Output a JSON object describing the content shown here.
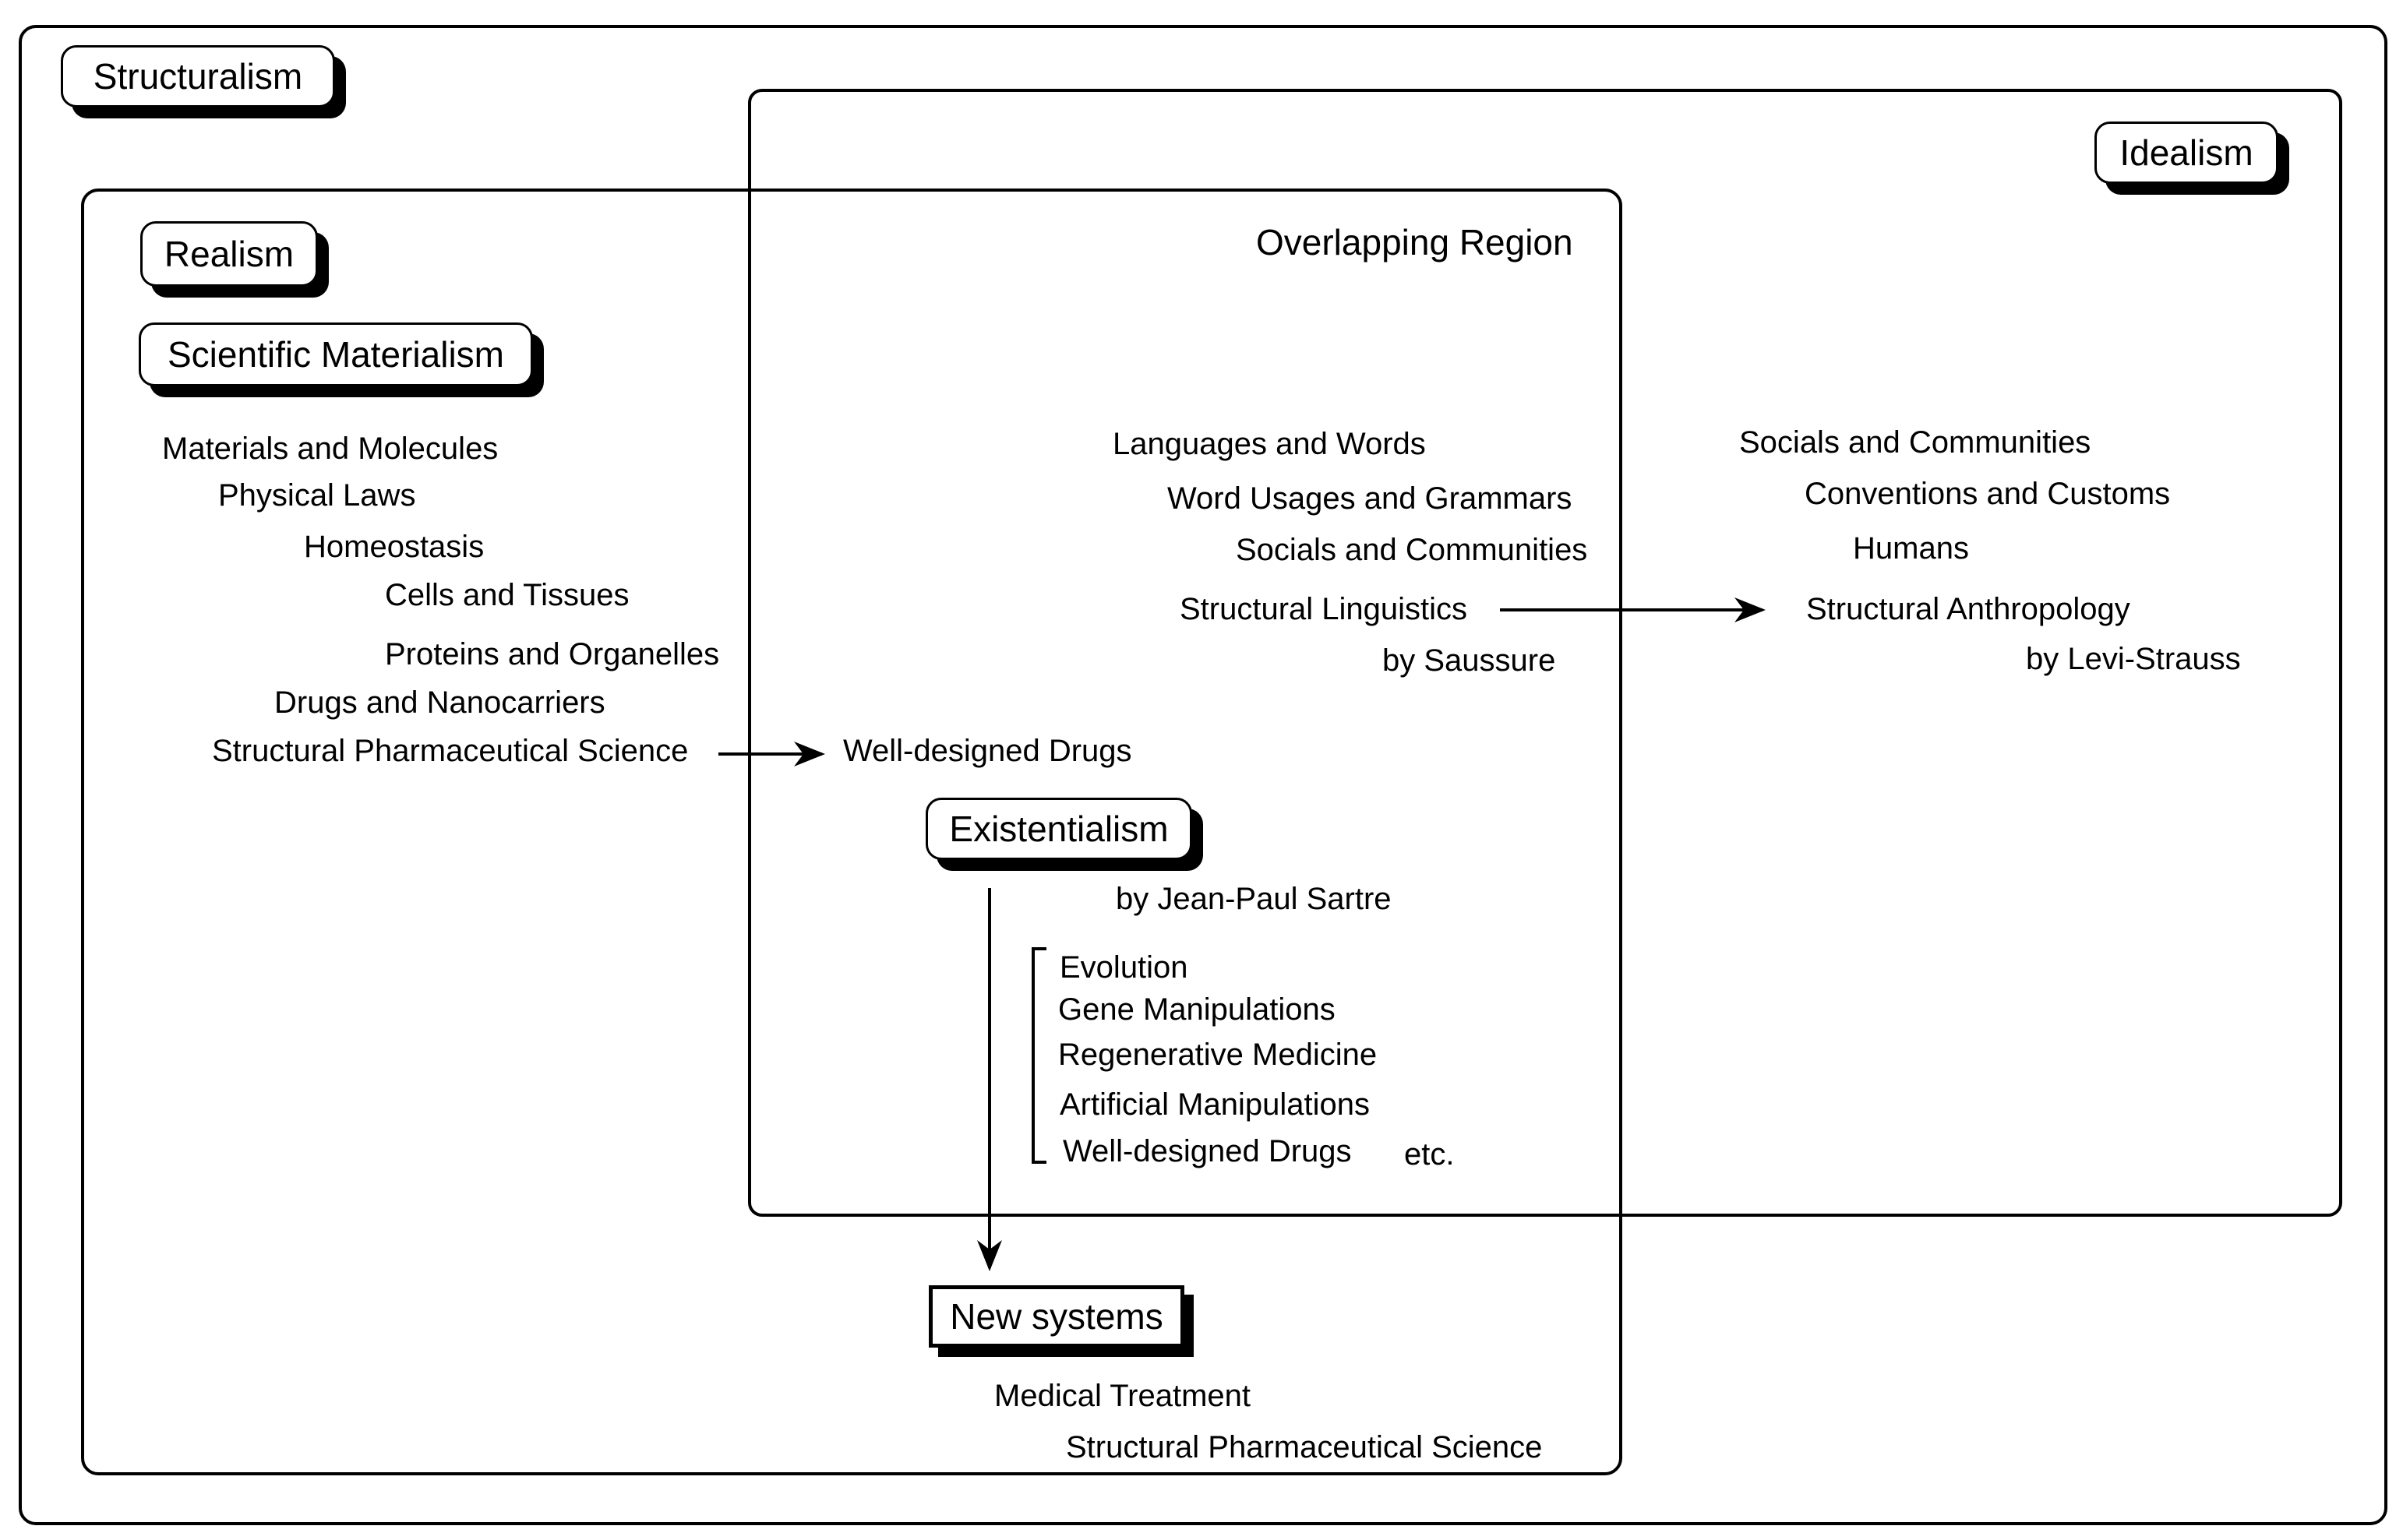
{
  "structuralism": {
    "label": "Structuralism"
  },
  "realism": {
    "label": "Realism",
    "scientific_materialism": "Scientific Materialism",
    "items": [
      "Materials and Molecules",
      "Physical Laws",
      "Homeostasis",
      "Cells and Tissues",
      "Proteins and Organelles",
      "Drugs and Nanocarriers",
      "Structural Pharmaceutical Science"
    ]
  },
  "idealism": {
    "label": "Idealism",
    "items": [
      "Socials and Communities",
      "Conventions and Customs",
      "Humans",
      "Structural Anthropology",
      "by Levi-Strauss"
    ]
  },
  "overlap": {
    "title": "Overlapping Region",
    "linguistics": [
      "Languages and Words",
      "Word Usages and Grammars",
      "Socials and Communities",
      "Structural Linguistics",
      "by Saussure"
    ],
    "well_designed_drugs": "Well-designed Drugs",
    "existentialism": "Existentialism",
    "sartre": "by Jean-Paul Sartre",
    "bracket_items": [
      "Evolution",
      "Gene Manipulations",
      "Regenerative Medicine",
      "Artificial Manipulations",
      "Well-designed Drugs"
    ],
    "etc": "etc."
  },
  "new_systems": {
    "label": "New systems",
    "items": [
      "Medical Treatment",
      "Structural Pharmaceutical Science"
    ]
  }
}
